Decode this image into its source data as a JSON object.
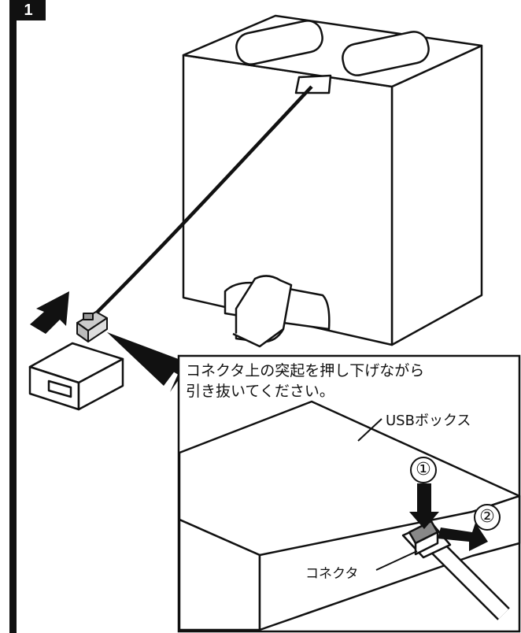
{
  "step_number": "1",
  "instruction_text": "コネクタ上の突起を押し下げながら\n引き抜いてください。",
  "labels": {
    "usb_box": "USBボックス",
    "connector": "コネクタ"
  },
  "step_markers": {
    "first": "①",
    "second": "②"
  }
}
